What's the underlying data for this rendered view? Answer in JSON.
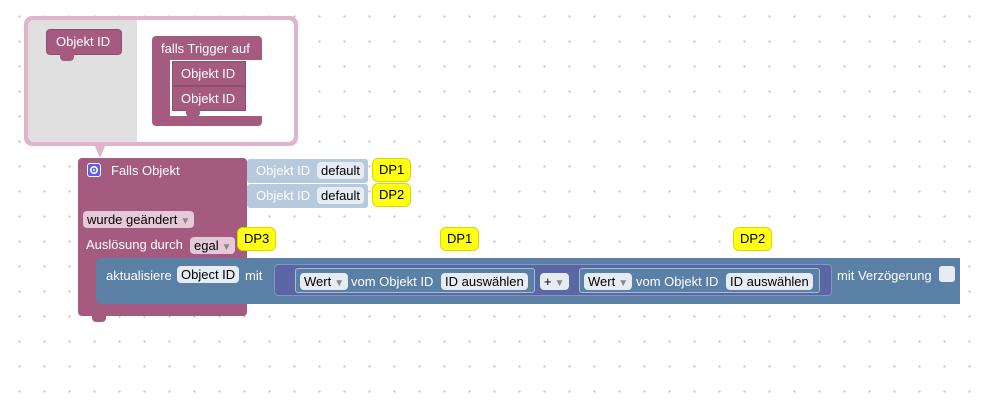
{
  "mutator": {
    "palette_block_label": "Objekt ID",
    "container_label": "falls Trigger auf",
    "slot_labels": [
      "Objekt ID",
      "Objekt ID"
    ]
  },
  "trigger_block": {
    "title": "Falls Objekt",
    "inputs": [
      {
        "label": "Objekt ID",
        "value": "default",
        "comment": "DP1"
      },
      {
        "label": "Objekt ID",
        "value": "default",
        "comment": "DP2"
      }
    ],
    "condition_dropdown": "wurde geändert",
    "trigger_by_label": "Auslösung durch",
    "trigger_by_value": "egal",
    "trigger_comment": "DP3"
  },
  "update_block": {
    "label": "aktualisiere",
    "object_field": "Object ID",
    "with_label": "mit",
    "left_value": {
      "property": "Wert",
      "of_label": "vom Objekt ID",
      "id_button": "ID auswählen",
      "comment": "DP1"
    },
    "operator": "+",
    "right_value": {
      "property": "Wert",
      "of_label": "vom Objekt ID",
      "id_button": "ID auswählen",
      "comment": "DP2"
    },
    "delay_label": "mit Verzögerung",
    "delay_checked": false
  },
  "colors": {
    "event_block": "#a55b80",
    "action_block": "#5b80a5",
    "comment": "#ffff14"
  }
}
